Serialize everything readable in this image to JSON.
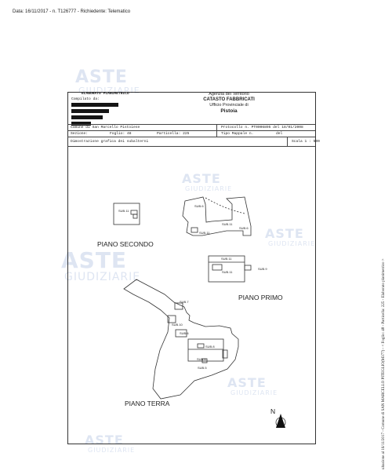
{
  "header": {
    "line": "Data: 16/11/2017 - n. T126777 - Richiedente: Telematico"
  },
  "sidebar_text": "ultazione al 16/11/2017 - Comune di SAN MARCELLO PITEGLIO(M377) - < Foglio: 48 - Particella: 225 - Elaborato planimetrico >",
  "doc": {
    "title": "ELABORATO PLANIMETRICO",
    "compilato_da": "Compilato da:",
    "agency": {
      "line1": "Agenzia del Territorio",
      "line2": "CATASTO FABBRICATI",
      "line3": "Ufficio Provinciale di",
      "line4": "Pistoia"
    },
    "comune": "Comune di San Marcello Pistoiese",
    "sezione": "Sezione:",
    "foglio": "Foglio: 48",
    "particella": "Particella: 225",
    "protocollo": "Protocollo n. PT0006895 del 18/01/2008",
    "tipo_mappale": "Tipo Mappale n.",
    "del": "del",
    "dimostrazione": "Dimostrazione grafica dei subalterni",
    "scala": "Scala 1 : 500"
  },
  "plan": {
    "piano_secondo": "PIANO SECONDO",
    "piano_primo": "PIANO PRIMO",
    "piano_terra": "PIANO TERRA",
    "north": "N",
    "subs": {
      "s11_a": "SUB.11",
      "s11_b": "SUB.11",
      "s11_c": "SUB.11",
      "s11_d": "SUB.11",
      "s11_e": "SUB.11",
      "s6_a": "SUB.6",
      "s6_b": "SUB.6",
      "s6_c": "SUB.6",
      "s7": "SUB.7",
      "s10": "SUB.10",
      "s8": "SUB.8",
      "s9": "SUB.9",
      "s5": "SUB.5"
    }
  },
  "watermark": {
    "line1": "ASTE",
    "line2": "GIUDIZIARIE"
  },
  "colors": {
    "watermark": "#b7c6e3",
    "ink": "#222222"
  }
}
